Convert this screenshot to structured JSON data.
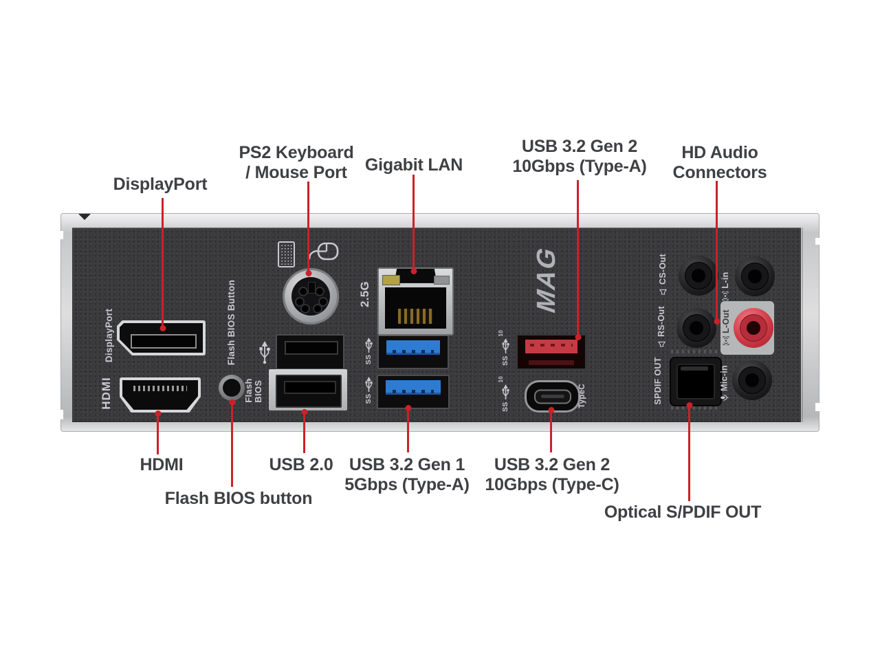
{
  "colors": {
    "leader_red": "#cb2128",
    "label_gray": "#3f4043",
    "panel_face": "#3a3a3d",
    "frame_silver": "#d6d7d9",
    "usb3_blue": "#2e7cd2",
    "usb_red_port": "#c63a44",
    "audio_jack_red": "#e05560"
  },
  "callouts": {
    "top": [
      {
        "id": "displayport",
        "label": "DisplayPort"
      },
      {
        "id": "ps2",
        "label": "PS2 Keyboard\n/ Mouse Port"
      },
      {
        "id": "gigabit-lan",
        "label": "Gigabit LAN"
      },
      {
        "id": "usb32-gen2-typea",
        "label": "USB 3.2 Gen 2\n10Gbps (Type-A)"
      },
      {
        "id": "hd-audio",
        "label": "HD Audio\nConnectors"
      }
    ],
    "bottom": [
      {
        "id": "hdmi",
        "label": "HDMI"
      },
      {
        "id": "flash-bios-button",
        "label": "Flash BIOS button"
      },
      {
        "id": "usb20",
        "label": "USB 2.0"
      },
      {
        "id": "usb32-gen1-typea",
        "label": "USB 3.2 Gen 1\n5Gbps (Type-A)"
      },
      {
        "id": "usb32-gen2-typec",
        "label": "USB 3.2 Gen 2\n10Gbps (Type-C)"
      },
      {
        "id": "optical-spdif",
        "label": "Optical S/PDIF OUT"
      }
    ]
  },
  "panel": {
    "brand_logo": "MAG",
    "port_texts": {
      "displayport": "DisplayPort",
      "hdmi": "HDMI",
      "flash_bios_button": "Flash BIOS Button",
      "flash_bios": "Flash\nBIOS",
      "lan_speed": "2.5G",
      "typec": "TypeC",
      "ss": "SS",
      "ss10": "10",
      "spdif_out": "SPDIF OUT",
      "cs_out": "CS-Out",
      "l_in": "L-in",
      "rs_out": "RS-Out",
      "l_out": "L-Out",
      "mic_in": "Mic-in"
    }
  }
}
